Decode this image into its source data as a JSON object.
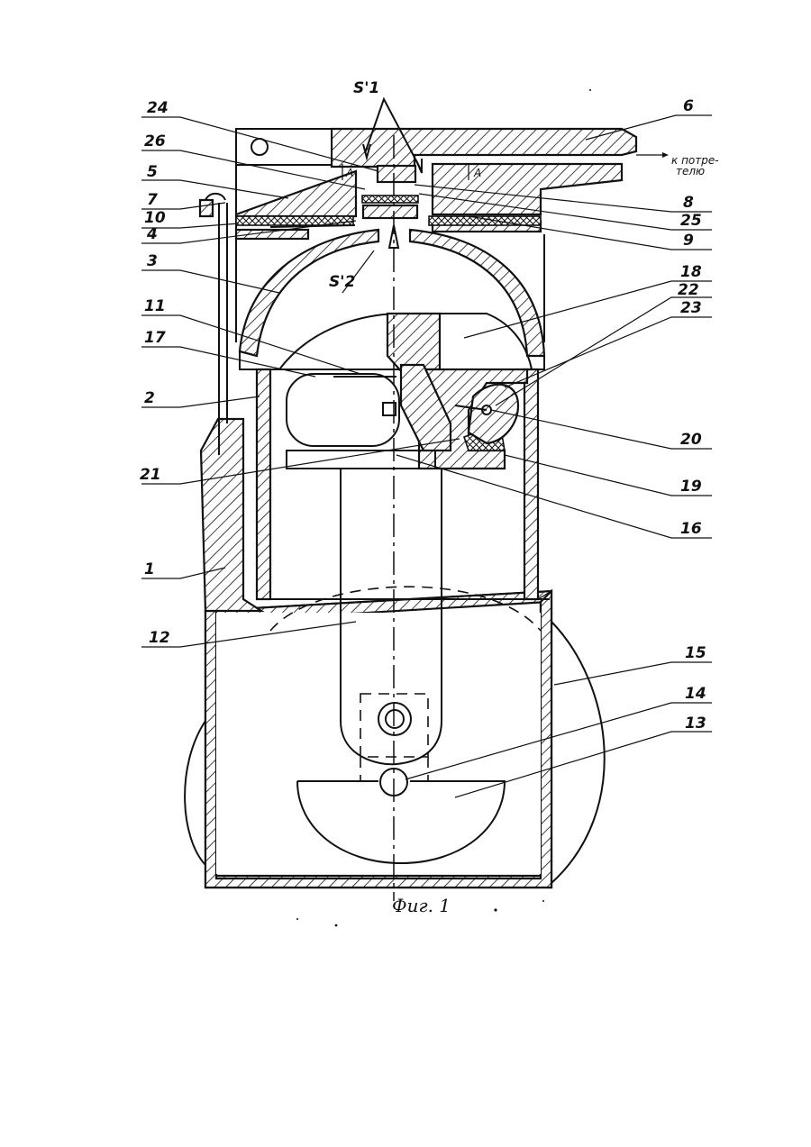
{
  "figure": {
    "caption": "Фиг. 1",
    "flow_label": "к потре-\nтелю",
    "section_marks": [
      "A",
      "A"
    ],
    "s1_label": "S'1",
    "s2_label": "S'2"
  },
  "part_labels": {
    "left": [
      "24",
      "26",
      "5",
      "7",
      "10",
      "4",
      "3",
      "11",
      "17",
      "2",
      "21",
      "1",
      "12"
    ],
    "right": [
      "6",
      "8",
      "25",
      "9",
      "18",
      "22",
      "23",
      "20",
      "19",
      "16",
      "15",
      "14",
      "13"
    ]
  },
  "colors": {
    "ink": "#111111",
    "paper": "#ffffff"
  }
}
